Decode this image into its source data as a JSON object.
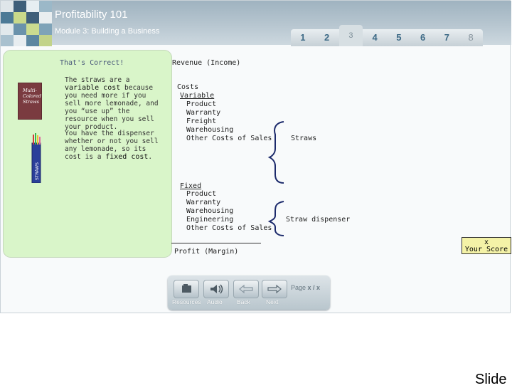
{
  "header": {
    "title": "Profitability 101",
    "subtitle": "Module 3: Building a Business",
    "tabs": [
      "1",
      "2",
      "3",
      "4",
      "5",
      "6",
      "7",
      "8"
    ],
    "active_tab": "3"
  },
  "feedback": {
    "heading": "That's Correct!",
    "p1_pre": "The straws are a ",
    "p1_em": "variable cost",
    "p1_post": " because you need more if you sell more lemonade, and you “use up” the resource when you sell your product.",
    "p2_pre": "You have the dispenser whether or not you sell any lemonade, so its cost is a ",
    "p2_em": "fixed cost",
    "p2_post": ".",
    "book_text": "Multi-Colored Straws",
    "box_text": "STRAWS"
  },
  "diagram": {
    "revenue": "Revenue (Income)",
    "costs": "Costs",
    "variable_heading": "Variable",
    "variable_items": [
      "Product",
      "Warranty",
      "Freight",
      "Warehousing",
      "Other Costs of Sales"
    ],
    "variable_answer": "Straws",
    "fixed_heading": "Fixed",
    "fixed_items": [
      "Product",
      "Warranty",
      "Warehousing",
      "Engineering",
      "Other Costs of Sales"
    ],
    "fixed_answer": "Straw dispenser",
    "profit": "Profit (Margin)"
  },
  "score": {
    "value": "x",
    "label": "Your Score"
  },
  "nav": {
    "resources": "Resources",
    "audio": "Audio",
    "back": "Back",
    "next": "Next",
    "page_label": "Page",
    "page_value": "x / x"
  },
  "footer": {
    "slide": "Slide"
  },
  "colors": {
    "header_bg": "#b7c6d0",
    "panel_green": "#d9f5c9",
    "brace_navy": "#1c2a6b",
    "score_yellow": "#f4f2a7",
    "tab_text": "#3d6a86"
  }
}
